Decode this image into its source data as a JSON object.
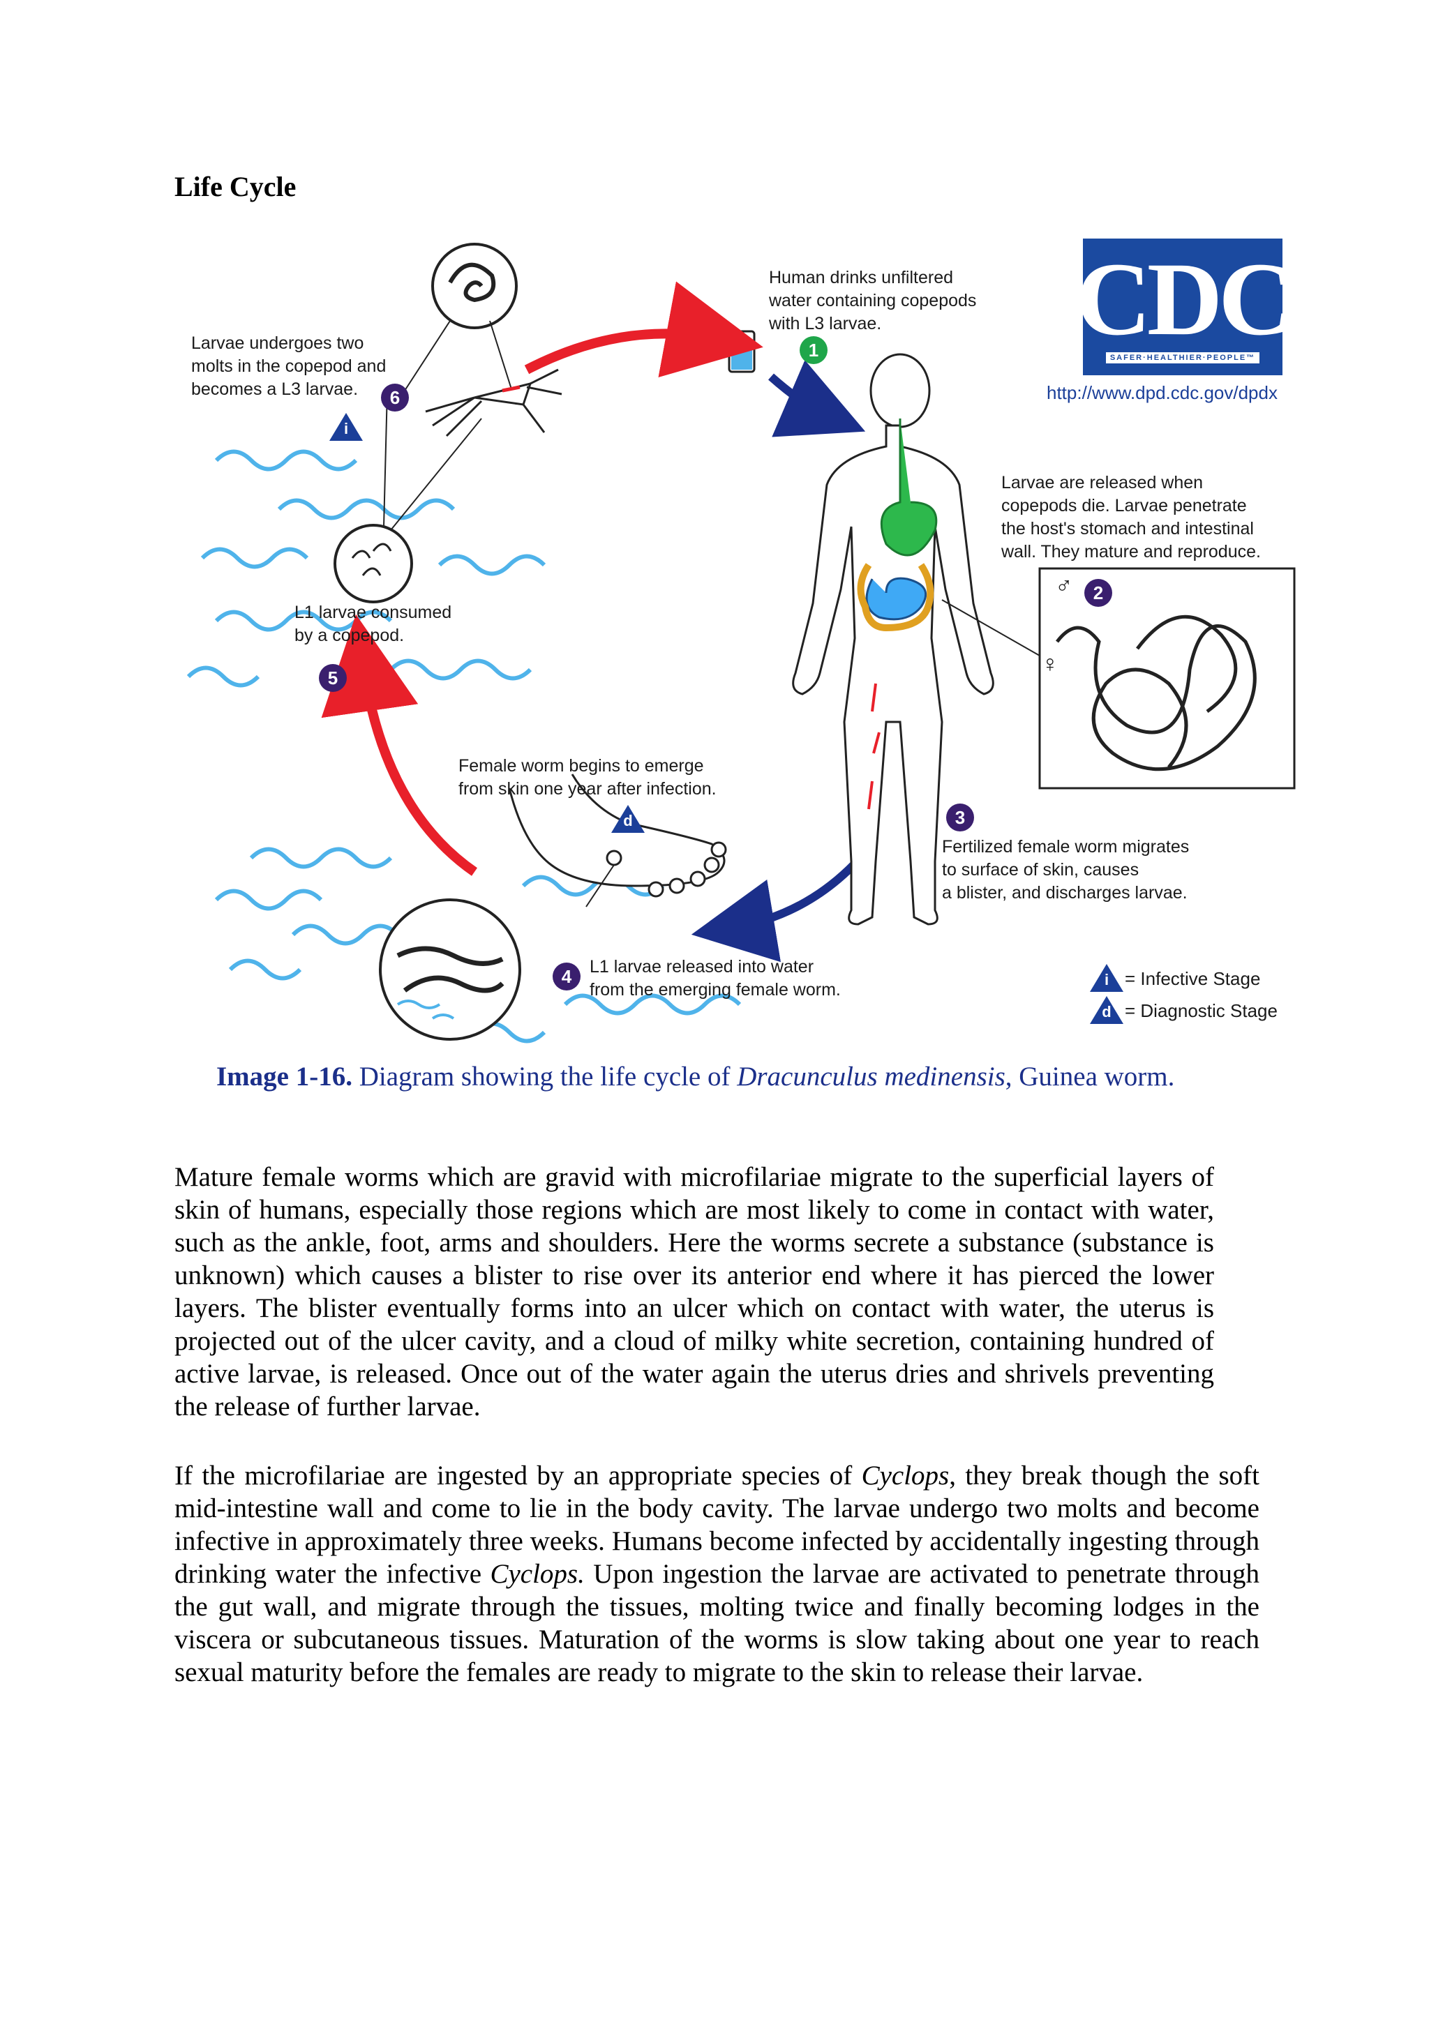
{
  "heading": "Life Cycle",
  "figure": {
    "labels": {
      "step1": "Human drinks unfiltered\nwater containing copepods\nwith L3 larvae.",
      "step2": "Larvae are released when\ncopepods die.  Larvae penetrate\nthe host's stomach and intestinal\nwall.  They mature and reproduce.",
      "step3": "Fertilized female worm migrates\nto surface of skin, causes\na blister, and discharges larvae.",
      "step4": "L1 larvae released into water\nfrom the emerging female worm.",
      "step5": "L1 larvae consumed\nby a copepod.",
      "step6": "Larvae undergoes two\nmolts in the copepod and\nbecomes a L3 larvae.",
      "emerge": "Female worm begins to emerge\nfrom skin one year after infection."
    },
    "stage_numbers": [
      "1",
      "2",
      "3",
      "4",
      "5",
      "6"
    ],
    "markers": {
      "infective": "i",
      "diagnostic": "d"
    },
    "legend": {
      "infective": "= Infective Stage",
      "diagnostic": "= Diagnostic Stage"
    },
    "cdc": {
      "logo_text": "CDC",
      "tagline": "SAFER·HEALTHIER·PEOPLE™",
      "url": "http://www.dpd.cdc.gov/dpdx"
    },
    "sex_symbols": {
      "male": "♂",
      "female": "♀"
    },
    "colors": {
      "red_arrow": "#e8202a",
      "blue_arrow": "#1b2f8a",
      "water": "#4fb3ea",
      "gut_green": "#2db84c",
      "gut_blue": "#3fa9f5",
      "stage_green": "#1fa64a",
      "stage_purple": "#3a1f6e",
      "badge_blue": "#1b3f99"
    }
  },
  "caption": {
    "label": "Image 1-16.",
    "text_before": " Diagram showing the life cycle of ",
    "species": "Dracunculus medinensis",
    "text_after": ", Guinea worm."
  },
  "paragraph1": "Mature female worms which are gravid with microfilariae migrate to the superficial layers of skin of humans, especially those regions which are most likely to come in contact with water, such as the ankle, foot, arms and shoulders. Here the worms secrete a substance (substance is unknown) which causes a blister to rise over its anterior end where it has pierced the lower layers. The blister eventually forms into an ulcer which on contact with water, the uterus is projected out of the ulcer cavity, and a cloud of milky white secretion, containing hundred of active larvae, is released. Once out of the water again the uterus dries and shrivels preventing the release of further larvae.",
  "paragraph2": {
    "a": "If the microfilariae are ingested by an appropriate species of ",
    "b": "Cyclops",
    "c": ", they break though the soft mid-intestine wall and come to lie in the body cavity. The larvae undergo two molts and become infective in approximately three weeks. Humans become infected by accidentally ingesting through drinking water the infective ",
    "d": "Cyclops.",
    "e": " Upon ingestion the larvae are activated to penetrate through the gut wall, and migrate through the tissues, molting twice and finally becoming lodges in the viscera or subcutaneous tissues. Maturation of the worms is slow taking about one year to reach sexual maturity before the females are ready to migrate to the skin to release their larvae."
  }
}
